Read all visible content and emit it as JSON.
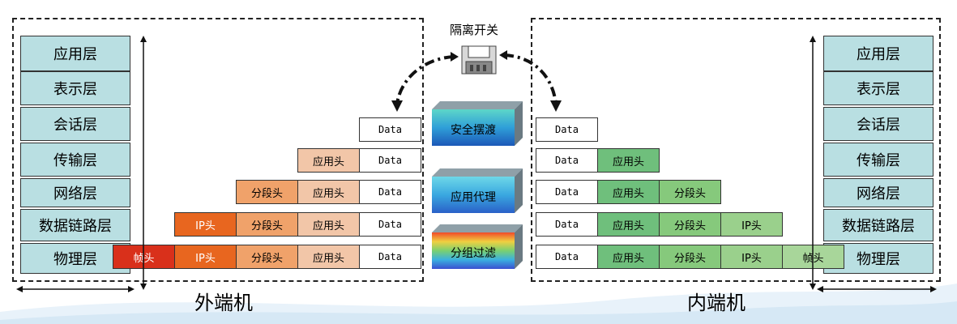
{
  "left": {
    "label": "外端机",
    "layers": [
      "应用层",
      "表示层",
      "会话层",
      "传输层",
      "网络层",
      "数据链路层",
      "物理层"
    ],
    "rows": [
      [
        "Data"
      ],
      [
        "应用头",
        "Data"
      ],
      [
        "分段头",
        "应用头",
        "Data"
      ],
      [
        "IP头",
        "分段头",
        "应用头",
        "Data"
      ],
      [
        "帧头",
        "IP头",
        "分段头",
        "应用头",
        "Data"
      ]
    ]
  },
  "right": {
    "label": "内端机",
    "layers": [
      "应用层",
      "表示层",
      "会话层",
      "传输层",
      "网络层",
      "数据链路层",
      "物理层"
    ],
    "rows": [
      [
        "Data"
      ],
      [
        "Data",
        "应用头"
      ],
      [
        "Data",
        "应用头",
        "分段头"
      ],
      [
        "Data",
        "应用头",
        "分段头",
        "IP头"
      ],
      [
        "Data",
        "应用头",
        "分段头",
        "IP头",
        "帧头"
      ]
    ]
  },
  "switch": {
    "label": "隔离开关",
    "icon": "isolation-switch-icon"
  },
  "modules": [
    "安全摆渡",
    "应用代理",
    "分组过滤"
  ],
  "colors": {
    "layer_fill": "#b9dfe2",
    "left_headers": {
      "应用头": "#f2c6a8",
      "分段头": "#f0a26a",
      "IP头": "#e8661f",
      "帧头": "#d9301b"
    },
    "right_headers": {
      "应用头": "#6fbf7c",
      "分段头": "#86c97c",
      "IP头": "#9ad08c",
      "帧头": "#a8d69a"
    }
  }
}
